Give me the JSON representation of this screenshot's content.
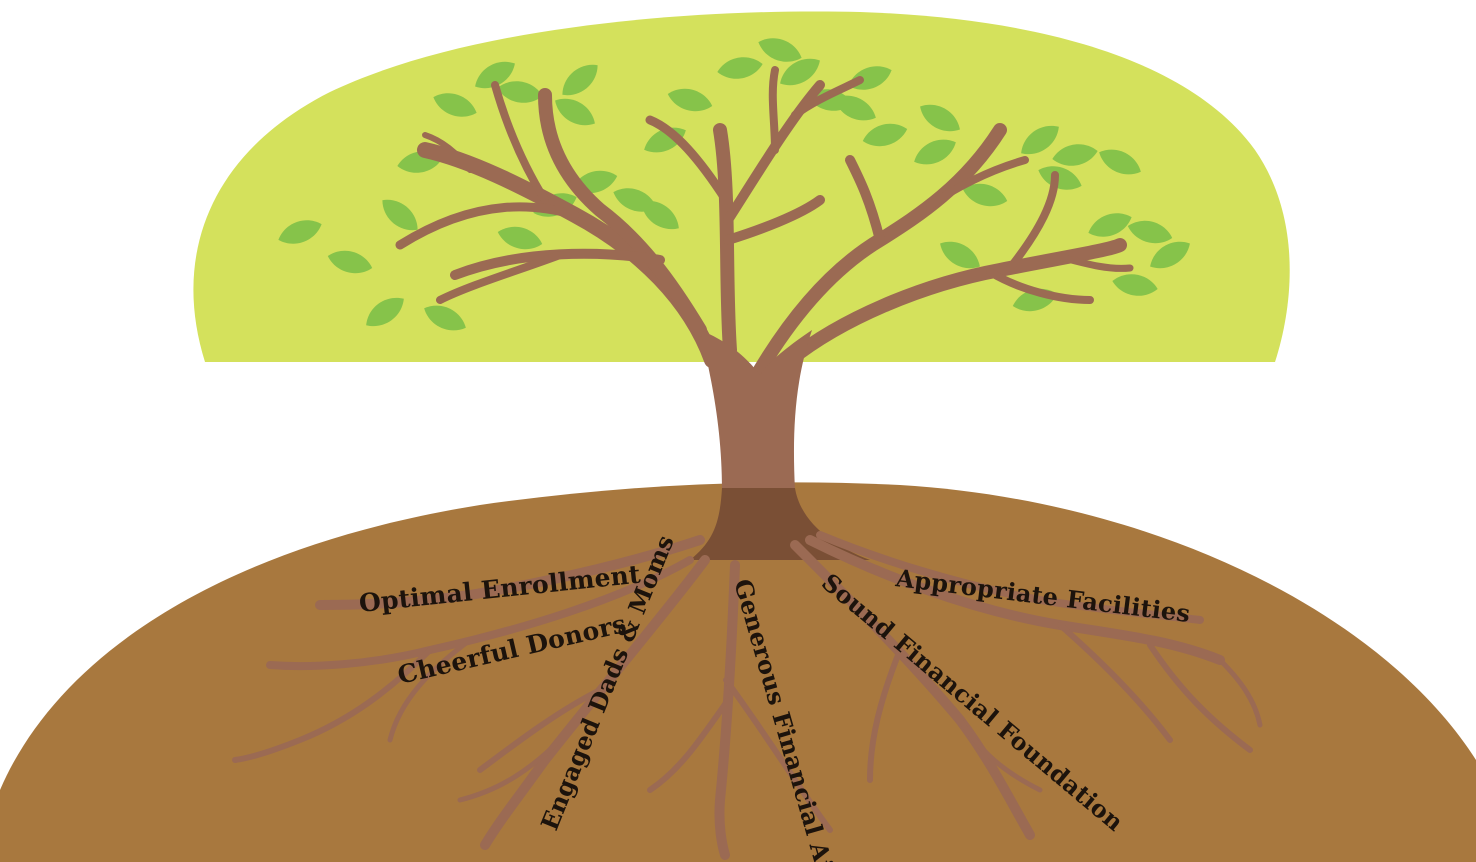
{
  "palette": {
    "canopy": "#d4e15c",
    "leaf": "#86c34a",
    "trunk": "#9b6a53",
    "ground": "#a8783e",
    "label": "#1c130c"
  },
  "roots": [
    {
      "id": "optimal-enrollment",
      "label": "Optimal Enrollment"
    },
    {
      "id": "cheerful-donors",
      "label": "Cheerful Donors"
    },
    {
      "id": "engaged-dads-moms",
      "label": "Engaged Dads & Moms"
    },
    {
      "id": "generous-financial-aid",
      "label": "Generous Financial Aid"
    },
    {
      "id": "sound-financial-foundation",
      "label": "Sound Financial Foundation"
    },
    {
      "id": "appropriate-facilities",
      "label": "Appropriate Facilities"
    }
  ]
}
